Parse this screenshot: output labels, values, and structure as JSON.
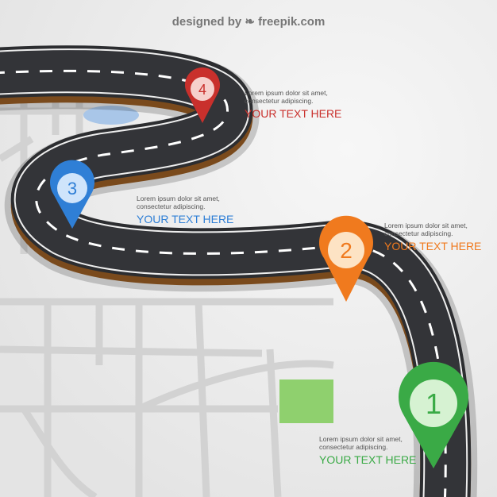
{
  "credit": "designed by ❧ freepik.com",
  "steps": [
    {
      "number": "1",
      "body1": "Lorem ipsum dolor sit amet,",
      "body2": "consectetur adipiscing.",
      "title": "YOUR TEXT HERE",
      "color": "#3aaa46"
    },
    {
      "number": "2",
      "body1": "Lorem ipsum dolor sit amet,",
      "body2": "consectetur adipiscing.",
      "title": "YOUR TEXT HERE",
      "color": "#f07a1e"
    },
    {
      "number": "3",
      "body1": "Lorem ipsum dolor sit amet,",
      "body2": "consectetur adipiscing.",
      "title": "YOUR TEXT HERE",
      "color": "#2f7fd6"
    },
    {
      "number": "4",
      "body1": "Lorem ipsum dolor sit amet,",
      "body2": "consectetur adipiscing.",
      "title": "YOUR TEXT HERE",
      "color": "#c9302c"
    }
  ]
}
